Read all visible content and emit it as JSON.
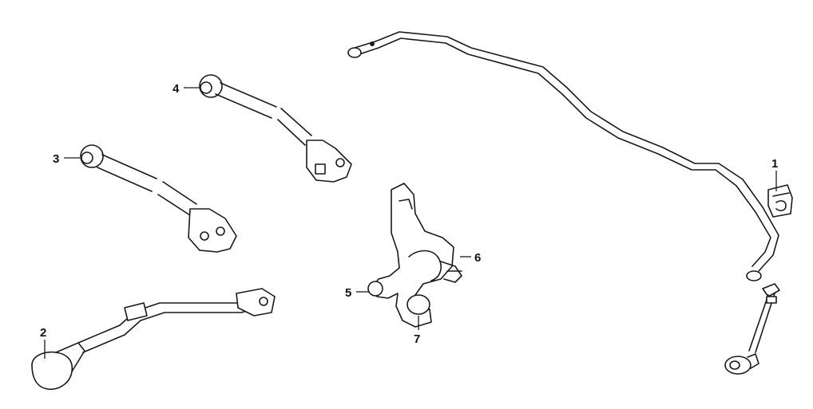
{
  "callouts": [
    {
      "id": "1",
      "part": "stabilizer-bushing"
    },
    {
      "id": "2",
      "part": "trailing-arm"
    },
    {
      "id": "3",
      "part": "lower-control-arm"
    },
    {
      "id": "4",
      "part": "upper-control-arm"
    },
    {
      "id": "5",
      "part": "knuckle-bushing"
    },
    {
      "id": "6",
      "part": "spindle"
    },
    {
      "id": "7",
      "part": "knuckle-bushing-lower"
    }
  ],
  "colors": {
    "line": "#1a1a1a",
    "background": "#ffffff"
  }
}
